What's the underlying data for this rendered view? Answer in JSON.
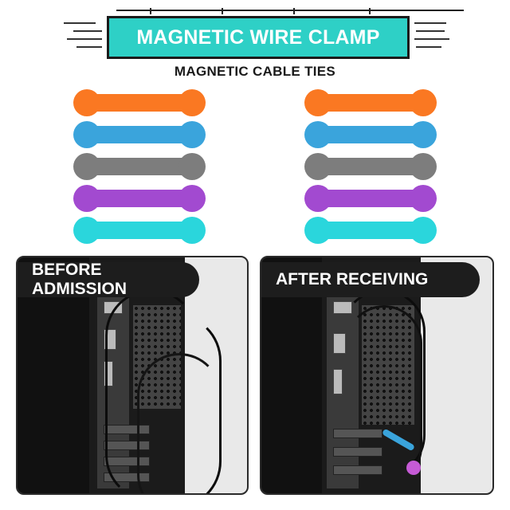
{
  "header": {
    "title": "MAGNETIC WIRE CLAMP",
    "subtitle": "MAGNETIC CABLE TIES",
    "banner_color": "#2ed0c6"
  },
  "ties": {
    "colors": [
      "#fa7822",
      "#3aa4dc",
      "#7d7d7d",
      "#a24ad0",
      "#2ad6dc"
    ]
  },
  "panels": {
    "before": {
      "label": "BEFORE ADMISSION"
    },
    "after": {
      "label": "AFTER RECEIVING"
    }
  }
}
